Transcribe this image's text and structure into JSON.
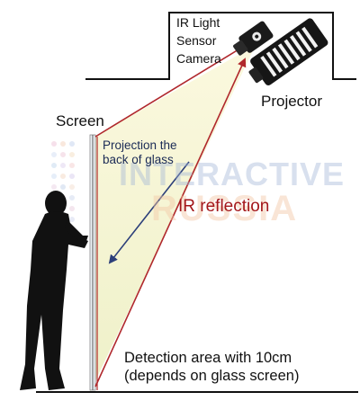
{
  "labels": {
    "ir_light": "IR Light",
    "sensor": "Sensor",
    "camera": "Camera",
    "projector": "Projector",
    "screen": "Screen",
    "projection_note_line1": "Projection the",
    "projection_note_line2": "back of glass",
    "ir_reflection": "IR reflection",
    "detection_line1": "Detection area with 10cm",
    "detection_line2": "(depends on glass screen)",
    "watermark_line1": "INTERACTIVE",
    "watermark_line2": "RUSSIA"
  },
  "colors": {
    "ir_lines": "#b0282c",
    "projection_arrow": "#2c3f7a",
    "projection_beam": "#f4f0c8",
    "housing_line": "#111111",
    "silhouette": "#111111",
    "watermark_blue": "#9fb4d6",
    "watermark_orange": "#f3c7a6"
  },
  "icons": [
    "ir-camera-icon",
    "projector-icon",
    "person-silhouette-icon"
  ]
}
